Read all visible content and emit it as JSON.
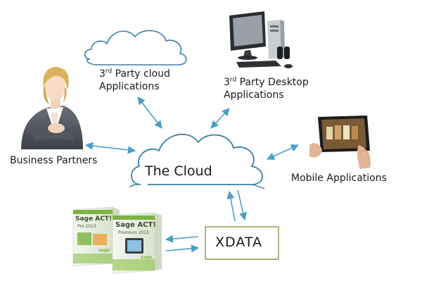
{
  "nodes": {
    "cloud_center": {
      "label": "The Cloud"
    },
    "third_party_cloud": {
      "ordinal_num": "3",
      "ordinal_sup": "rd",
      "line1_rest": " Party cloud",
      "line2": "Applications"
    },
    "third_party_desktop": {
      "ordinal_num": "3",
      "ordinal_sup": "rd",
      "line1_rest": " Party Desktop",
      "line2": "Applications"
    },
    "business_partners": {
      "label": "Business Partners"
    },
    "mobile_applications": {
      "label": "Mobile Applications"
    },
    "xdata": {
      "label": "XDATA"
    }
  },
  "products": {
    "box1": {
      "brand": "Sage ACT!",
      "edition": "Pro 2013",
      "logo": "sage"
    },
    "box2": {
      "brand": "Sage ACT!",
      "edition": "Premium 2013",
      "logo": "sage"
    }
  },
  "colors": {
    "arrow": "#4a9fc4",
    "cloud_stroke": "#3a7fa6",
    "box_green": "#7cb342",
    "xdata_border": "#8fa65a"
  },
  "icons": [
    "businesswoman-photo",
    "desktop-computer-icon",
    "tablet-icon",
    "software-box-icon"
  ]
}
